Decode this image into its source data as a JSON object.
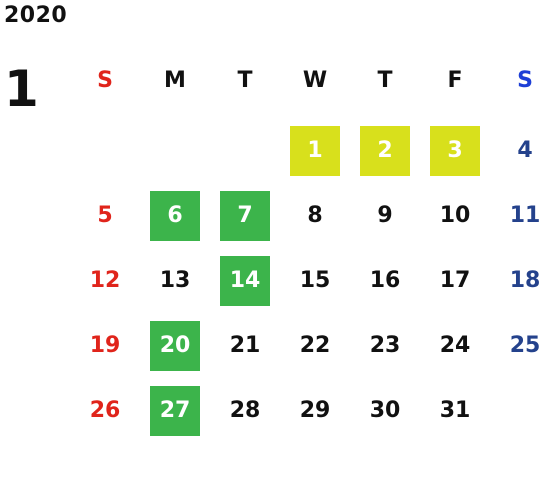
{
  "calendar": {
    "year": "2020",
    "month": "1",
    "weekdays": [
      "S",
      "M",
      "T",
      "W",
      "T",
      "F",
      "S"
    ],
    "colors": {
      "sunday": "#e0241b",
      "saturday": "#24428c",
      "saturday_header": "#1e3fd6",
      "weekday": "#111111",
      "highlight_yellow": "#d8e01c",
      "highlight_green": "#3cb44b"
    },
    "days": [
      {
        "label": "",
        "type": "blank"
      },
      {
        "label": "",
        "type": "blank"
      },
      {
        "label": "",
        "type": "blank"
      },
      {
        "label": "1",
        "type": "holiday"
      },
      {
        "label": "2",
        "type": "holiday"
      },
      {
        "label": "3",
        "type": "holiday"
      },
      {
        "label": "4",
        "type": "sat"
      },
      {
        "label": "5",
        "type": "sun"
      },
      {
        "label": "6",
        "type": "special"
      },
      {
        "label": "7",
        "type": "special"
      },
      {
        "label": "8",
        "type": "normal"
      },
      {
        "label": "9",
        "type": "normal"
      },
      {
        "label": "10",
        "type": "normal"
      },
      {
        "label": "11",
        "type": "sat"
      },
      {
        "label": "12",
        "type": "sun"
      },
      {
        "label": "13",
        "type": "normal"
      },
      {
        "label": "14",
        "type": "special"
      },
      {
        "label": "15",
        "type": "normal"
      },
      {
        "label": "16",
        "type": "normal"
      },
      {
        "label": "17",
        "type": "normal"
      },
      {
        "label": "18",
        "type": "sat"
      },
      {
        "label": "19",
        "type": "sun"
      },
      {
        "label": "20",
        "type": "special"
      },
      {
        "label": "21",
        "type": "normal"
      },
      {
        "label": "22",
        "type": "normal"
      },
      {
        "label": "23",
        "type": "normal"
      },
      {
        "label": "24",
        "type": "normal"
      },
      {
        "label": "25",
        "type": "sat"
      },
      {
        "label": "26",
        "type": "sun"
      },
      {
        "label": "27",
        "type": "special"
      },
      {
        "label": "28",
        "type": "normal"
      },
      {
        "label": "29",
        "type": "normal"
      },
      {
        "label": "30",
        "type": "normal"
      },
      {
        "label": "31",
        "type": "normal"
      },
      {
        "label": "",
        "type": "blank"
      }
    ]
  }
}
